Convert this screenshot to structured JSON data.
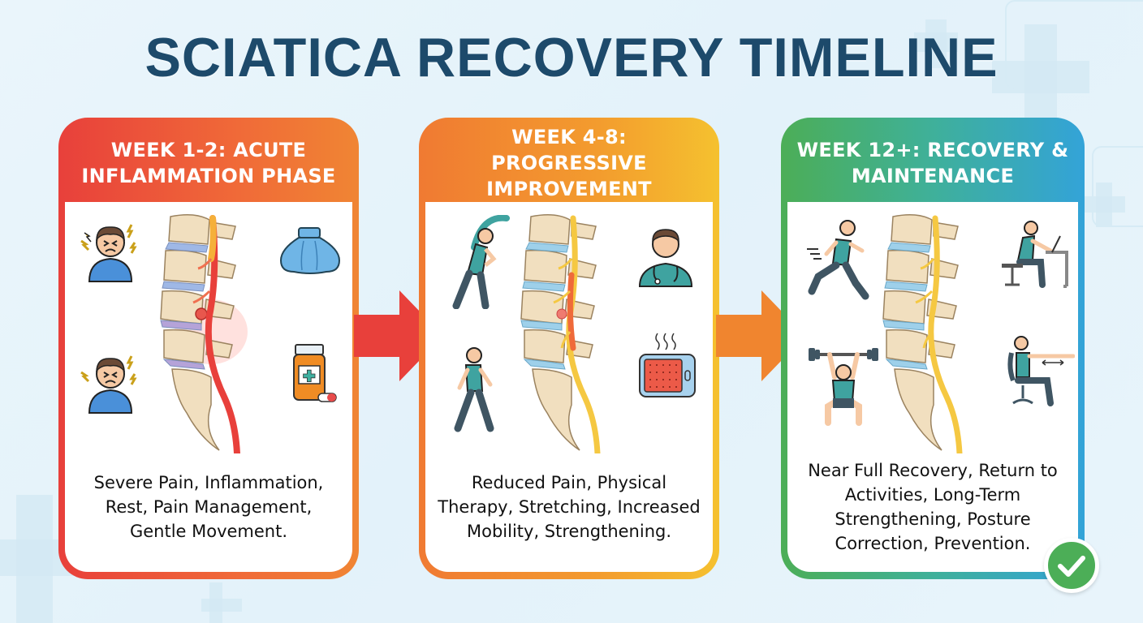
{
  "title": "SCIATICA RECOVERY TIMELINE",
  "colors": {
    "title": "#1d4a6b",
    "phase1": "#e8403b",
    "phase2": "#f39c2e",
    "phase3": "#3fb09a",
    "arrow1": "#e8403b",
    "arrow2": "#f0852f",
    "check": "#4cae57"
  },
  "phases": [
    {
      "heading": "WEEK 1-2: ACUTE INFLAMMATION PHASE",
      "description": "Severe Pain, Inflammation, Rest, Pain Management, Gentle Movement.",
      "icons": [
        "pain-person-icon",
        "pain-person-icon",
        "ice-pack-icon",
        "medication-bottle-icon"
      ],
      "nerve_state": "inflamed"
    },
    {
      "heading": "WEEK 4-8: PROGRESSIVE IMPROVEMENT",
      "description": "Reduced Pain, Physical Therapy, Stretching, Increased Mobility, Strengthening.",
      "icons": [
        "stretching-person-icon",
        "walking-person-icon",
        "doctor-icon",
        "heating-pad-icon"
      ],
      "nerve_state": "improving"
    },
    {
      "heading": "WEEK 12+: RECOVERY & MAINTENANCE",
      "description": "Near Full Recovery, Return to Activities, Long-Term Strengthening, Posture Correction, Prevention.",
      "icons": [
        "running-person-icon",
        "weightlifting-person-icon",
        "desk-posture-icon",
        "chair-exercise-icon"
      ],
      "nerve_state": "healthy"
    }
  ],
  "badge": "check-icon"
}
